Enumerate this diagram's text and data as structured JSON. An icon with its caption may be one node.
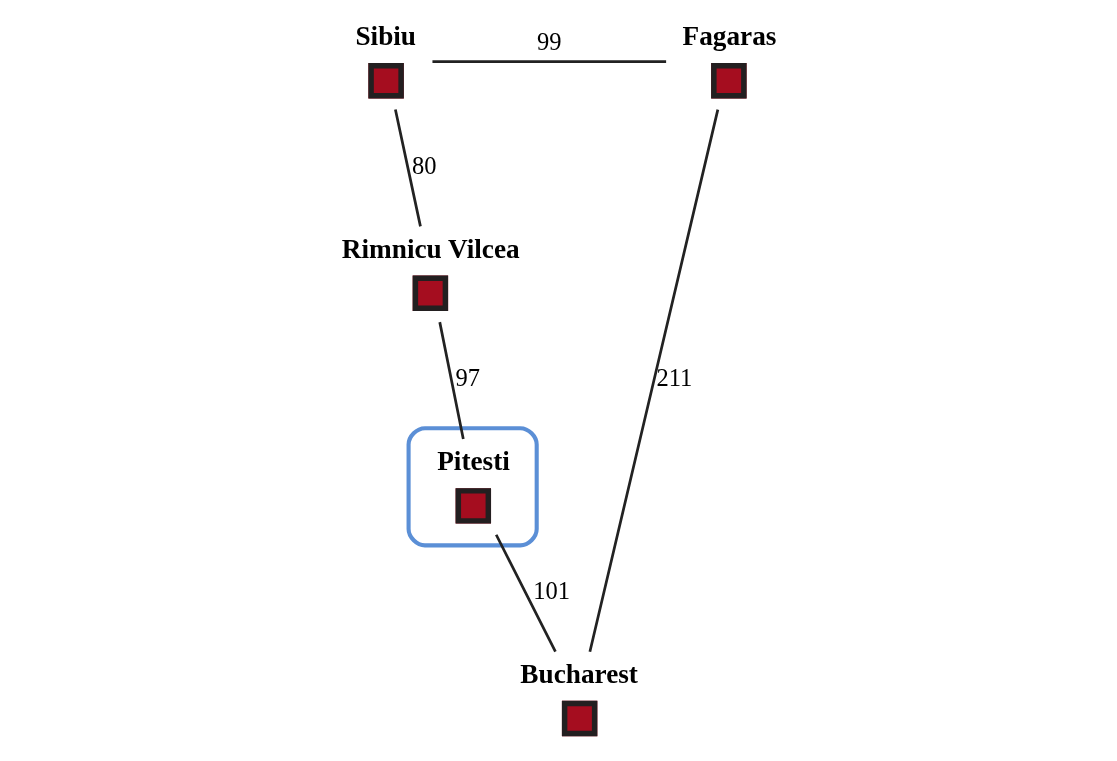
{
  "diagram": {
    "nodes": [
      {
        "text": [
          "Sibiu"
        ]
      },
      {
        "text": [
          "Fagaras"
        ]
      },
      {
        "text": [
          "Rimnicu Vilcea"
        ]
      },
      {
        "text": [],
        "shape": "ellipse"
      },
      {
        "text": [
          "Pitesti"
        ],
        "in": 3
      },
      {
        "text": [
          "Bucharest"
        ]
      }
    ],
    "edges": [
      {
        "from": 0,
        "to": 1,
        "arrow": "none",
        "label": "99"
      },
      {
        "from": 0,
        "to": 2,
        "arrow": "none",
        "label": "80"
      },
      {
        "from": 2,
        "to": 4,
        "arrow": "none",
        "label": "97"
      },
      {
        "from": 1,
        "to": 5,
        "arrow": "none",
        "label": "211"
      },
      {
        "from": 4,
        "to": 5,
        "arrow": "none",
        "label": "101"
      }
    ]
  }
}
